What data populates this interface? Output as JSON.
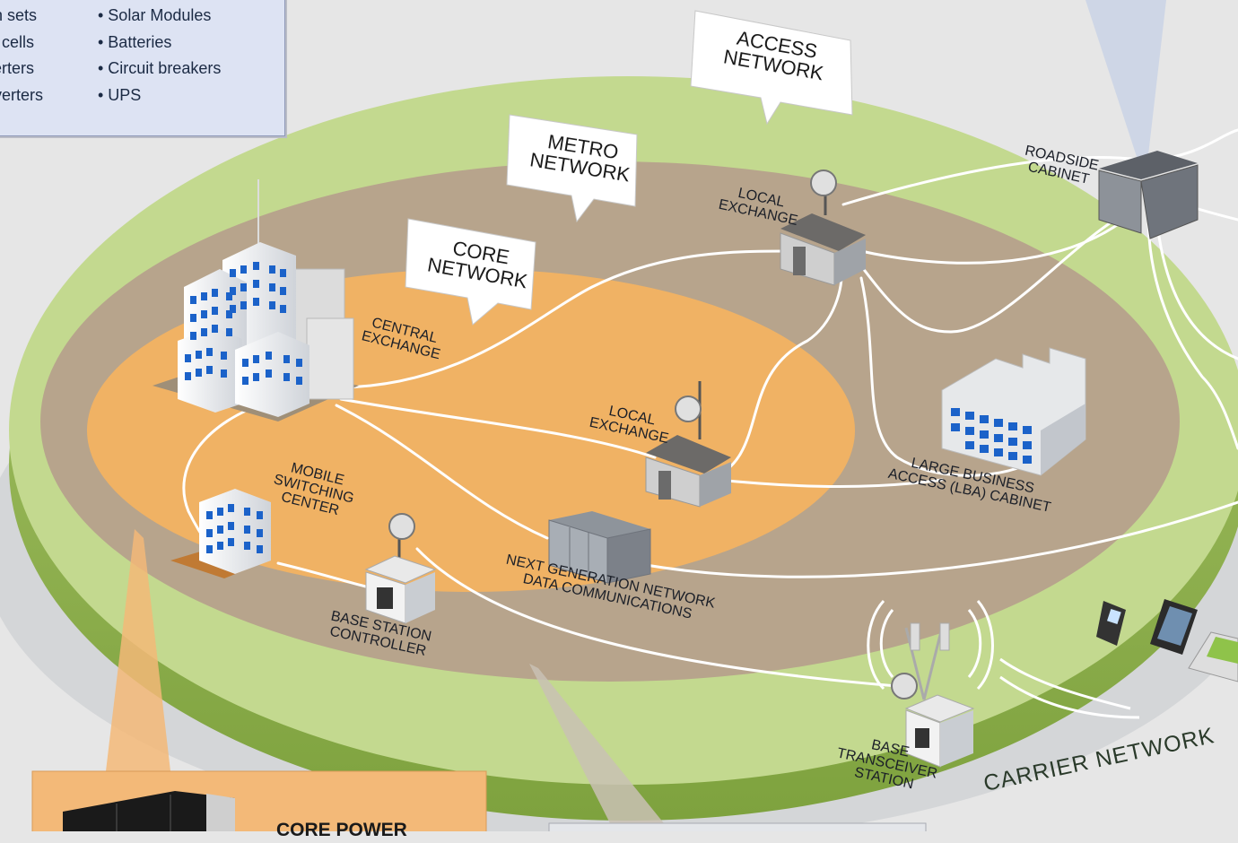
{
  "infobox": {
    "col1": [
      "en sets",
      "el cells",
      "verters",
      "nverters"
    ],
    "col2": [
      "• Solar Modules",
      "• Batteries",
      "• Circuit breakers",
      "• UPS"
    ]
  },
  "bubbles": {
    "access": [
      "ACCESS",
      "NETWORK"
    ],
    "metro": [
      "METRO",
      "NETWORK"
    ],
    "core": [
      "CORE",
      "NETWORK"
    ]
  },
  "labels": {
    "roadside_cabinet": [
      "ROADSIDE",
      "CABINET"
    ],
    "local_exchange_top": [
      "LOCAL",
      "EXCHANGE"
    ],
    "central_exchange": [
      "CENTRAL",
      "EXCHANGE"
    ],
    "local_exchange_mid": [
      "LOCAL",
      "EXCHANGE"
    ],
    "mobile_switching_center": [
      "MOBILE",
      "SWITCHING",
      "CENTER"
    ],
    "base_station_controller": [
      "BASE STATION",
      "CONTROLLER"
    ],
    "next_gen_network": [
      "NEXT GENERATION NETWORK",
      "DATA COMMUNICATIONS"
    ],
    "large_business_access": [
      "LARGE BUSINESS",
      "ACCESS (LBA) CABINET"
    ],
    "base_transceiver_station": [
      "BASE",
      "TRANSCEIVER",
      "STATION"
    ],
    "carrier_network": "CARRIER NETWORK"
  },
  "core_box": {
    "title": "CORE POWER"
  },
  "colors": {
    "background": "#e6e6e6",
    "carrier_green": "#c3d98f",
    "metro_taupe": "#b7a48c",
    "core_orange": "#f0b264",
    "link_white": "#ffffff"
  }
}
